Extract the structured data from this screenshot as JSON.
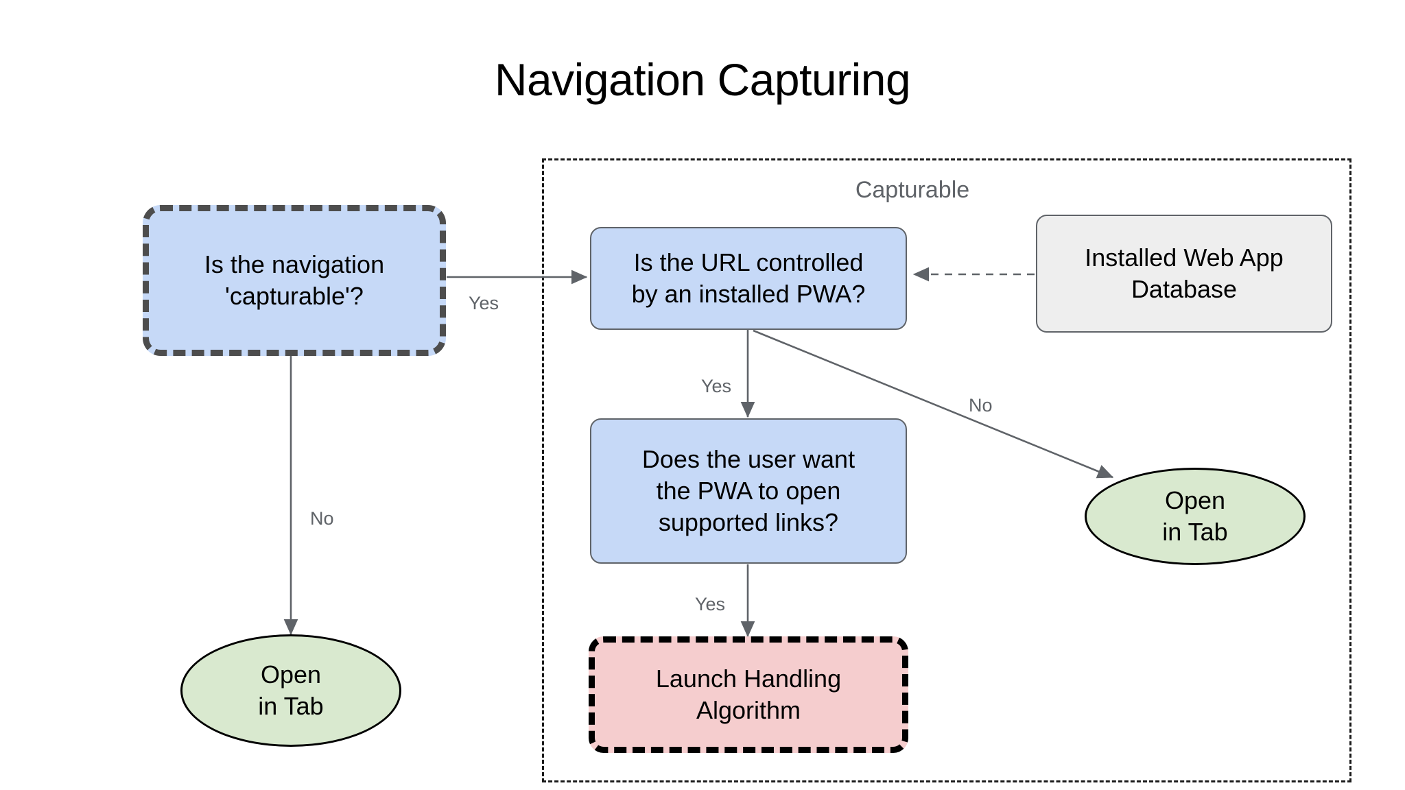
{
  "title": "Navigation Capturing",
  "group": {
    "label": "Capturable"
  },
  "nodes": {
    "is_navigation_capturable": "Is the navigation\n'capturable'?",
    "is_url_controlled": "Is the URL controlled\nby an installed PWA?",
    "installed_web_app_database": "Installed Web App\nDatabase",
    "does_user_want_pwa": "Does the user want\nthe PWA to open\nsupported links?",
    "launch_handling_algorithm": "Launch Handling\nAlgorithm",
    "open_in_tab_left": "Open\nin Tab",
    "open_in_tab_right": "Open\nin Tab"
  },
  "edge_labels": {
    "capturable_yes": "Yes",
    "capturable_no": "No",
    "url_controlled_yes": "Yes",
    "url_controlled_no": "No",
    "user_want_yes": "Yes"
  },
  "colors": {
    "decision_fill": "#c6d9f7",
    "decision_stroke": "#5f6368",
    "entry_stroke": "#4d4d4d",
    "datastore_fill": "#eeeeee",
    "terminal_fill": "#d9e9cf",
    "terminal_stroke": "#000000",
    "algorithm_fill": "#f5cdce",
    "algorithm_stroke": "#000000",
    "group_stroke": "#1a1a1a",
    "edge_stroke": "#5f6368",
    "label_text": "#5f6368",
    "background": "#ffffff"
  }
}
